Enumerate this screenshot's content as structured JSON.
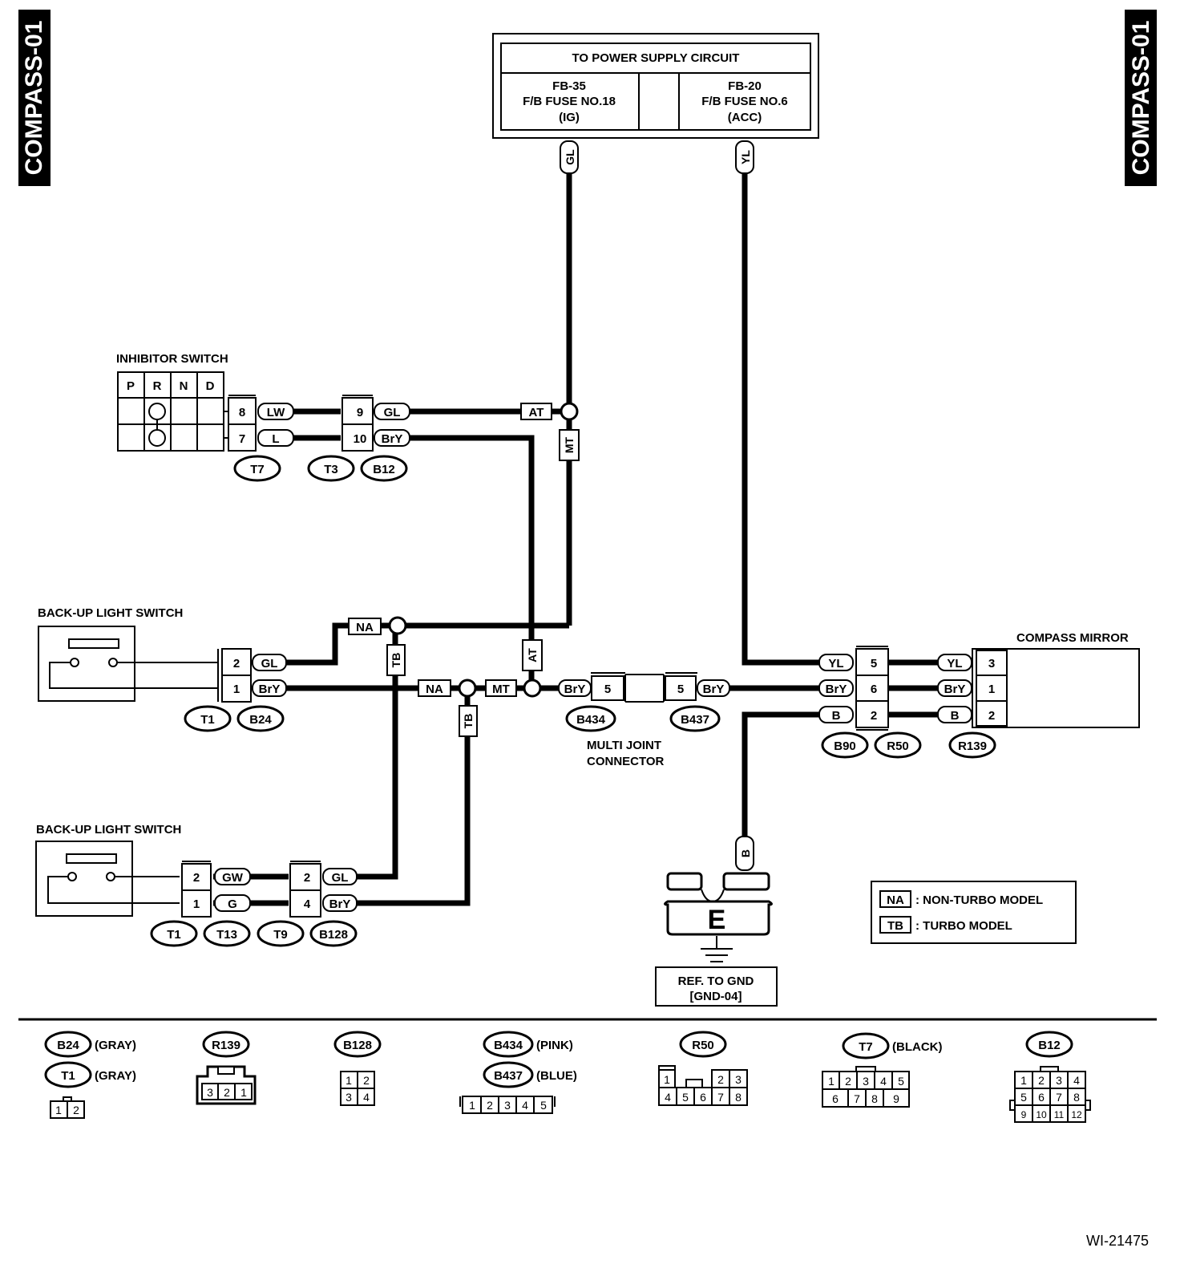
{
  "side_tag_left": "COMPASS-01",
  "side_tag_right": "COMPASS-01",
  "power": {
    "title": "TO POWER SUPPLY CIRCUIT",
    "fuse_a": [
      "FB-35",
      "F/B FUSE NO.18",
      "(IG)"
    ],
    "fuse_b": [
      "FB-20",
      "F/B FUSE NO.6",
      "(ACC)"
    ]
  },
  "inhibitor": {
    "title": "INHIBITOR SWITCH",
    "positions": [
      "P",
      "R",
      "N",
      "D"
    ],
    "pins": [
      "8",
      "7"
    ],
    "wires": [
      "LW",
      "L"
    ],
    "t3_pins": [
      "9",
      "10"
    ],
    "t3_wires": [
      "GL",
      "BrY"
    ],
    "conn": [
      "T7",
      "T3",
      "B12"
    ]
  },
  "backup1": {
    "title": "BACK-UP LIGHT SWITCH",
    "pins": [
      "2",
      "1"
    ],
    "wires": [
      "GL",
      "BrY"
    ],
    "conn": [
      "T1",
      "B24"
    ]
  },
  "backup2": {
    "title": "BACK-UP LIGHT SWITCH",
    "pins": [
      "2",
      "1"
    ],
    "wires": [
      "GW",
      "G"
    ],
    "pins_b": [
      "2",
      "4"
    ],
    "wires_b": [
      "GL",
      "BrY"
    ],
    "conn": [
      "T1",
      "T13",
      "T9",
      "B128"
    ]
  },
  "wire_tags": {
    "gl": "GL",
    "yl": "YL",
    "at": "AT",
    "mt": "MT",
    "na": "NA",
    "tb": "TB",
    "bry": "BrY",
    "b": "B"
  },
  "multi_joint": {
    "label": [
      "MULTI JOINT",
      "CONNECTOR"
    ],
    "pin": "5",
    "conn": [
      "B434",
      "B437"
    ]
  },
  "compass": {
    "title": "COMPASS MIRROR",
    "left_wires": [
      "YL",
      "BrY",
      "B"
    ],
    "mid_pins": [
      "5",
      "6",
      "2"
    ],
    "right_wires": [
      "YL",
      "BrY",
      "B"
    ],
    "pins": [
      "3",
      "1",
      "2"
    ],
    "conn": [
      "B90",
      "R50",
      "R139"
    ]
  },
  "ground": {
    "letter": "E",
    "ref": [
      "REF. TO GND",
      "[GND-04]"
    ]
  },
  "legend": {
    "na_code": "NA",
    "na_text": ": NON-TURBO MODEL",
    "tb_code": "TB",
    "tb_text": ": TURBO MODEL"
  },
  "connector_views": {
    "b24": "B24",
    "b24_color": "(GRAY)",
    "t1": "T1",
    "t1_color": "(GRAY)",
    "t1_pins": [
      "1",
      "2"
    ],
    "r139": "R139",
    "r139_pins": [
      "3",
      "2",
      "1"
    ],
    "b128": "B128",
    "b128_pins": [
      "1",
      "2",
      "3",
      "4"
    ],
    "b434": "B434",
    "b434_color": "(PINK)",
    "b437": "B437",
    "b437_color": "(BLUE)",
    "b434_pins": [
      "1",
      "2",
      "3",
      "4",
      "5"
    ],
    "r50": "R50",
    "r50_pins_top": [
      "1",
      "2",
      "3"
    ],
    "r50_pins_bottom": [
      "4",
      "5",
      "6",
      "7",
      "8"
    ],
    "t7": "T7",
    "t7_color": "(BLACK)",
    "t7_pins_top": [
      "1",
      "2",
      "3",
      "4",
      "5"
    ],
    "t7_pins_bottom": [
      "6",
      "7",
      "8",
      "9"
    ],
    "b12": "B12",
    "b12_pins": [
      "1",
      "2",
      "3",
      "4",
      "5",
      "6",
      "7",
      "8",
      "9",
      "10",
      "11",
      "12"
    ]
  },
  "figure_code": "WI-21475"
}
